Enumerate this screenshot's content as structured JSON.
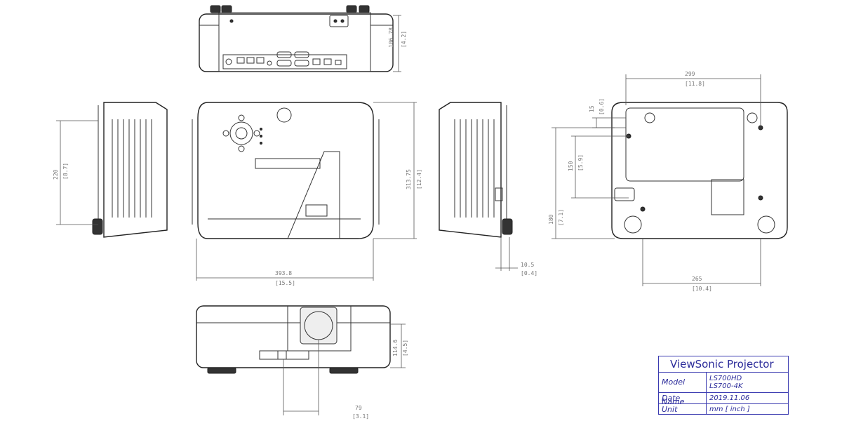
{
  "title_block": {
    "title": "ViewSonic Projector",
    "model_label": "Model Name",
    "models": [
      "LS700HD",
      "LS700-4K"
    ],
    "date_label": "Date",
    "date_value": "2019.11.06",
    "unit_label": "Unit",
    "unit_value": "mm [ inch ]"
  },
  "dimensions": {
    "rear_height": "106.78",
    "rear_height_in": "[4.2]",
    "width": "393.8",
    "width_in": "[15.5]",
    "depth": "313.75",
    "depth_in": "[12.4]",
    "side_height": "220",
    "side_height_in": "[8.7]",
    "foot_offset": "10.5",
    "foot_offset_in": "[0.4]",
    "bottom_width": "299",
    "bottom_width_in": "[11.8]",
    "hole_offset": "15",
    "hole_offset_in": "[0.6]",
    "hole_span": "150",
    "hole_span_in": "[5.9]",
    "foot_depth": "180",
    "foot_depth_in": "[7.1]",
    "foot_span": "265",
    "foot_span_in": "[10.4]",
    "front_height": "114.6",
    "front_height_in": "[4.5]",
    "lens_offset": "79",
    "lens_offset_in": "[3.1]"
  }
}
